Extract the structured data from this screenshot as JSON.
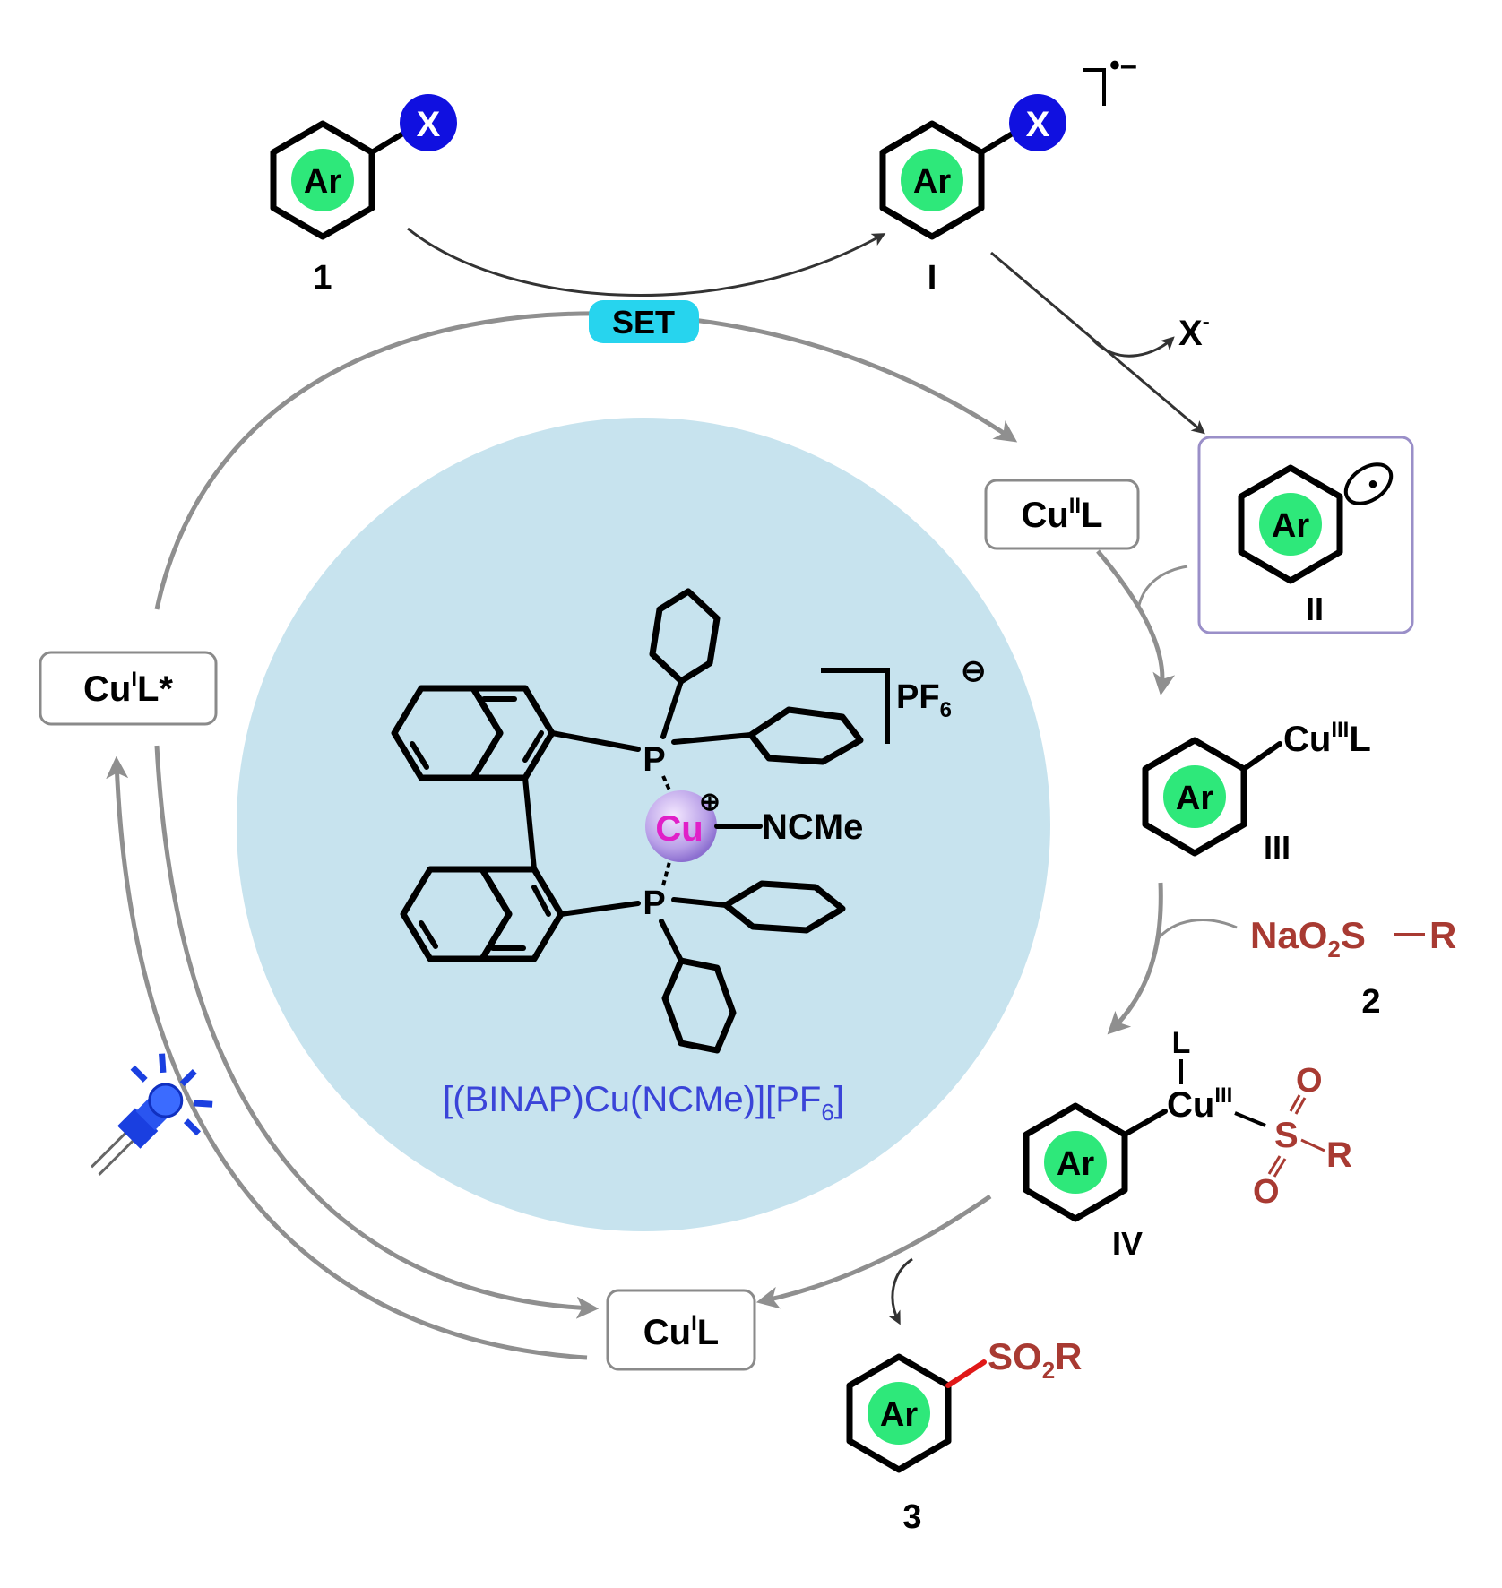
{
  "compounds": {
    "c1": {
      "label": "1",
      "core": "Ar",
      "substituent": "X"
    },
    "cI": {
      "label": "I",
      "core": "Ar",
      "substituent": "X",
      "charge": "•–"
    },
    "cII": {
      "label": "II",
      "core": "Ar",
      "radical": "•"
    },
    "cIII": {
      "label": "III",
      "core": "Ar",
      "metal": "Cu",
      "metal_ox": "III",
      "ligand": "L"
    },
    "cIV": {
      "label": "IV",
      "core": "Ar",
      "metal": "Cu",
      "metal_ox": "III",
      "ligand": "L",
      "o_top": "O",
      "o_bottom": "O",
      "s": "S",
      "r": "R"
    },
    "c2": {
      "label": "2",
      "na": "NaO",
      "sub2": "2",
      "s": "S",
      "r": "R"
    },
    "c3": {
      "label": "3",
      "core": "Ar",
      "group": "SO",
      "sub2": "2",
      "r": "R"
    }
  },
  "catalysts": {
    "cuII": {
      "base": "Cu",
      "sup": "II",
      "tail": "L"
    },
    "cuIstar": {
      "base": "Cu",
      "sup": "I",
      "tail": "L*"
    },
    "cuI": {
      "base": "Cu",
      "sup": "I",
      "tail": "L"
    }
  },
  "steps": {
    "set": "SET",
    "leaving": {
      "base": "X",
      "sup": "-"
    }
  },
  "catalyst_structure": {
    "p_top": "P",
    "p_bottom": "P",
    "cu": "Cu",
    "cu_charge": "⊕",
    "ligand": "NCMe",
    "counterion": "PF",
    "counterion_sub": "6",
    "counterion_charge": "⊖",
    "name_prefix": "[(BINAP)Cu(NCMe)][PF",
    "name_sub": "6",
    "name_suffix": "]"
  },
  "colors": {
    "ar_fill": "#2ee87a",
    "x_fill": "#1010e0",
    "set_fill": "#27d4ee",
    "center_fill": "#c7e3ee",
    "reagent_red": "#a83a32",
    "bond_red": "#e01818",
    "cu_magenta": "#e020c8",
    "name_blue": "#3a44d8",
    "arrow_gray": "#8f8f8f"
  },
  "icons": [
    "led-light-icon"
  ]
}
